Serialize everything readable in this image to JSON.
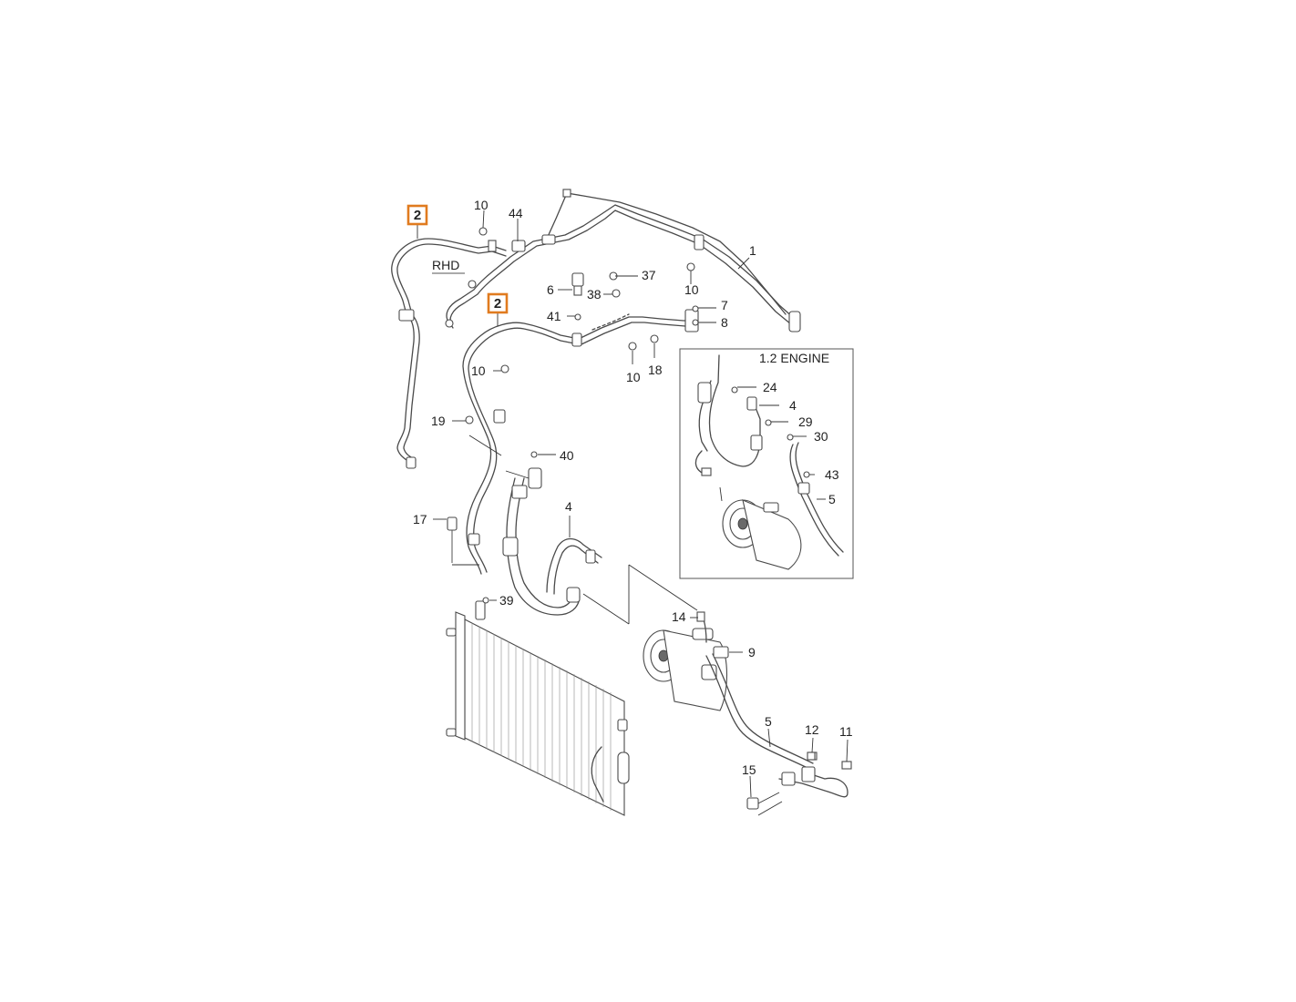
{
  "labels": {
    "rhd": "RHD",
    "inset_title": "1.2 ENGINE"
  },
  "callouts_highlighted": [
    "2",
    "2"
  ],
  "callouts": {
    "c10a": "10",
    "c44": "44",
    "c1": "1",
    "c37": "37",
    "c6": "6",
    "c38": "38",
    "c10b": "10",
    "c7": "7",
    "c8": "8",
    "c41": "41",
    "c10c": "10",
    "c18": "18",
    "c10d": "10",
    "c19": "19",
    "c40": "40",
    "c4": "4",
    "c17": "17",
    "c39": "39",
    "c14": "14",
    "c9": "9",
    "c5": "5",
    "c12": "12",
    "c11": "11",
    "c15": "15",
    "i24": "24",
    "i4": "4",
    "i29": "29",
    "i30": "30",
    "i43": "43",
    "i5": "5"
  },
  "colors": {
    "highlight": "#e07b1f",
    "line": "#4a4a4a",
    "background": "#ffffff"
  }
}
